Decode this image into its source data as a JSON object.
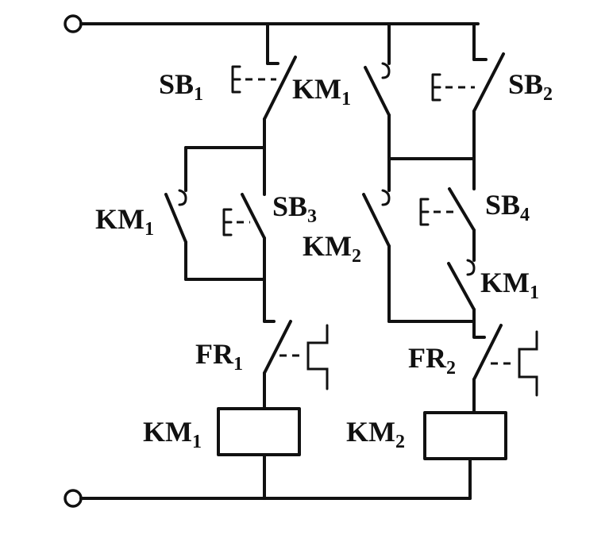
{
  "labels": {
    "sb1": {
      "main": "SB",
      "sub": "1"
    },
    "sb2": {
      "main": "SB",
      "sub": "2"
    },
    "sb3": {
      "main": "SB",
      "sub": "3"
    },
    "sb4": {
      "main": "SB",
      "sub": "4"
    },
    "km1_top": {
      "main": "KM",
      "sub": "1"
    },
    "km1_left": {
      "main": "KM",
      "sub": "1"
    },
    "km1_right": {
      "main": "KM",
      "sub": "1"
    },
    "km2_mid": {
      "main": "KM",
      "sub": "2"
    },
    "fr1": {
      "main": "FR",
      "sub": "1"
    },
    "fr2": {
      "main": "FR",
      "sub": "2"
    },
    "coil_km1": {
      "main": "KM",
      "sub": "1"
    },
    "coil_km2": {
      "main": "KM",
      "sub": "2"
    }
  }
}
